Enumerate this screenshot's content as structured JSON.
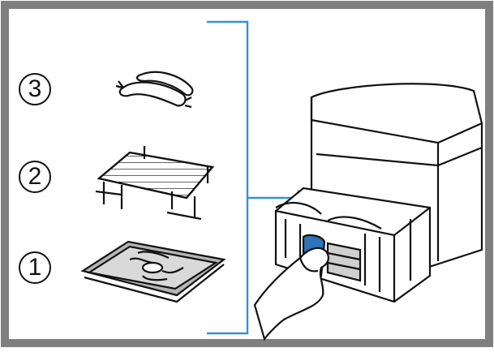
{
  "steps": [
    {
      "number": "3",
      "item": "sausages"
    },
    {
      "number": "2",
      "item": "wire-rack"
    },
    {
      "number": "1",
      "item": "crisper-plate"
    }
  ],
  "colors": {
    "frame": "#7f7f7f",
    "bracket": "#3b8fd1",
    "handle": "#2f73b8",
    "ink": "#111111"
  },
  "icons": [
    "sausage-icon",
    "wire-rack-icon",
    "crisper-plate-icon",
    "arrow-icon",
    "air-fryer-icon",
    "hand-icon"
  ]
}
